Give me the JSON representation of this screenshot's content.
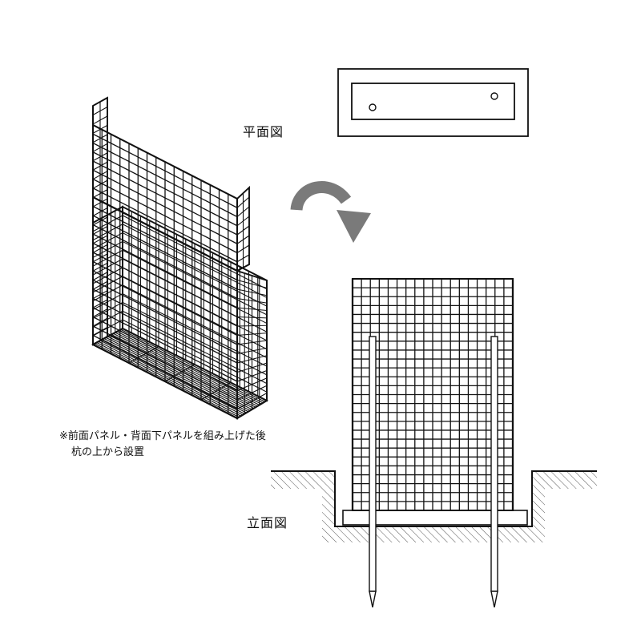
{
  "labels": {
    "plan_view": "平面図",
    "elevation_view": "立面図",
    "note_line1": "※前面パネル・背面下パネルを組み上げた後",
    "note_line2": "杭の上から設置"
  },
  "colors": {
    "ink": "#111111",
    "arrow": "#7a7a7a",
    "hatch": "#555555",
    "paper": "#ffffff"
  },
  "icons": {
    "rotate_arrow": "curved-arrow-down-icon"
  }
}
